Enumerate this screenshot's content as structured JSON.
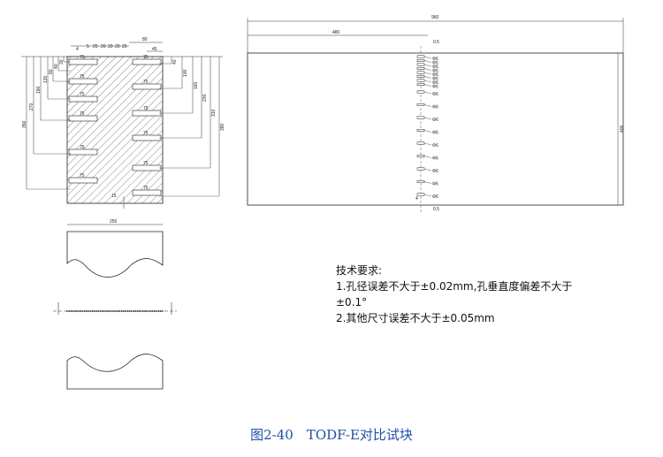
{
  "top_view": {
    "width_labels": [
      "80",
      "45"
    ],
    "small_labels": [
      "4",
      "5",
      "25",
      "20",
      "20",
      "20",
      "25"
    ],
    "left_depths": [
      "350",
      "270",
      "190",
      "130",
      "80",
      "40",
      "20"
    ],
    "right_depths": [
      "40",
      "100",
      "160",
      "230",
      "310",
      "390"
    ],
    "hole_labels": [
      "75",
      "75",
      "75",
      "75",
      "75",
      "75",
      "75",
      "75",
      "75",
      "75",
      "75",
      "15"
    ]
  },
  "bottom_view": {
    "width_label": "250"
  },
  "side_view": {
    "length_label": "960",
    "half_label": "480",
    "height_label": "400",
    "top_offset": "0.5",
    "bottom_offset": "0.5",
    "small_label": "4",
    "hole_label": "Φ6",
    "hole_count": 17
  },
  "notes": {
    "title": "技术要求:",
    "line1": "1.孔径误差不大于±0.02mm,孔垂直度偏差不大于",
    "line2": "±0.1°",
    "line3": "2.其他尺寸误差不大于±0.05mm"
  },
  "caption": "图2-40　TODF-E对比试块"
}
